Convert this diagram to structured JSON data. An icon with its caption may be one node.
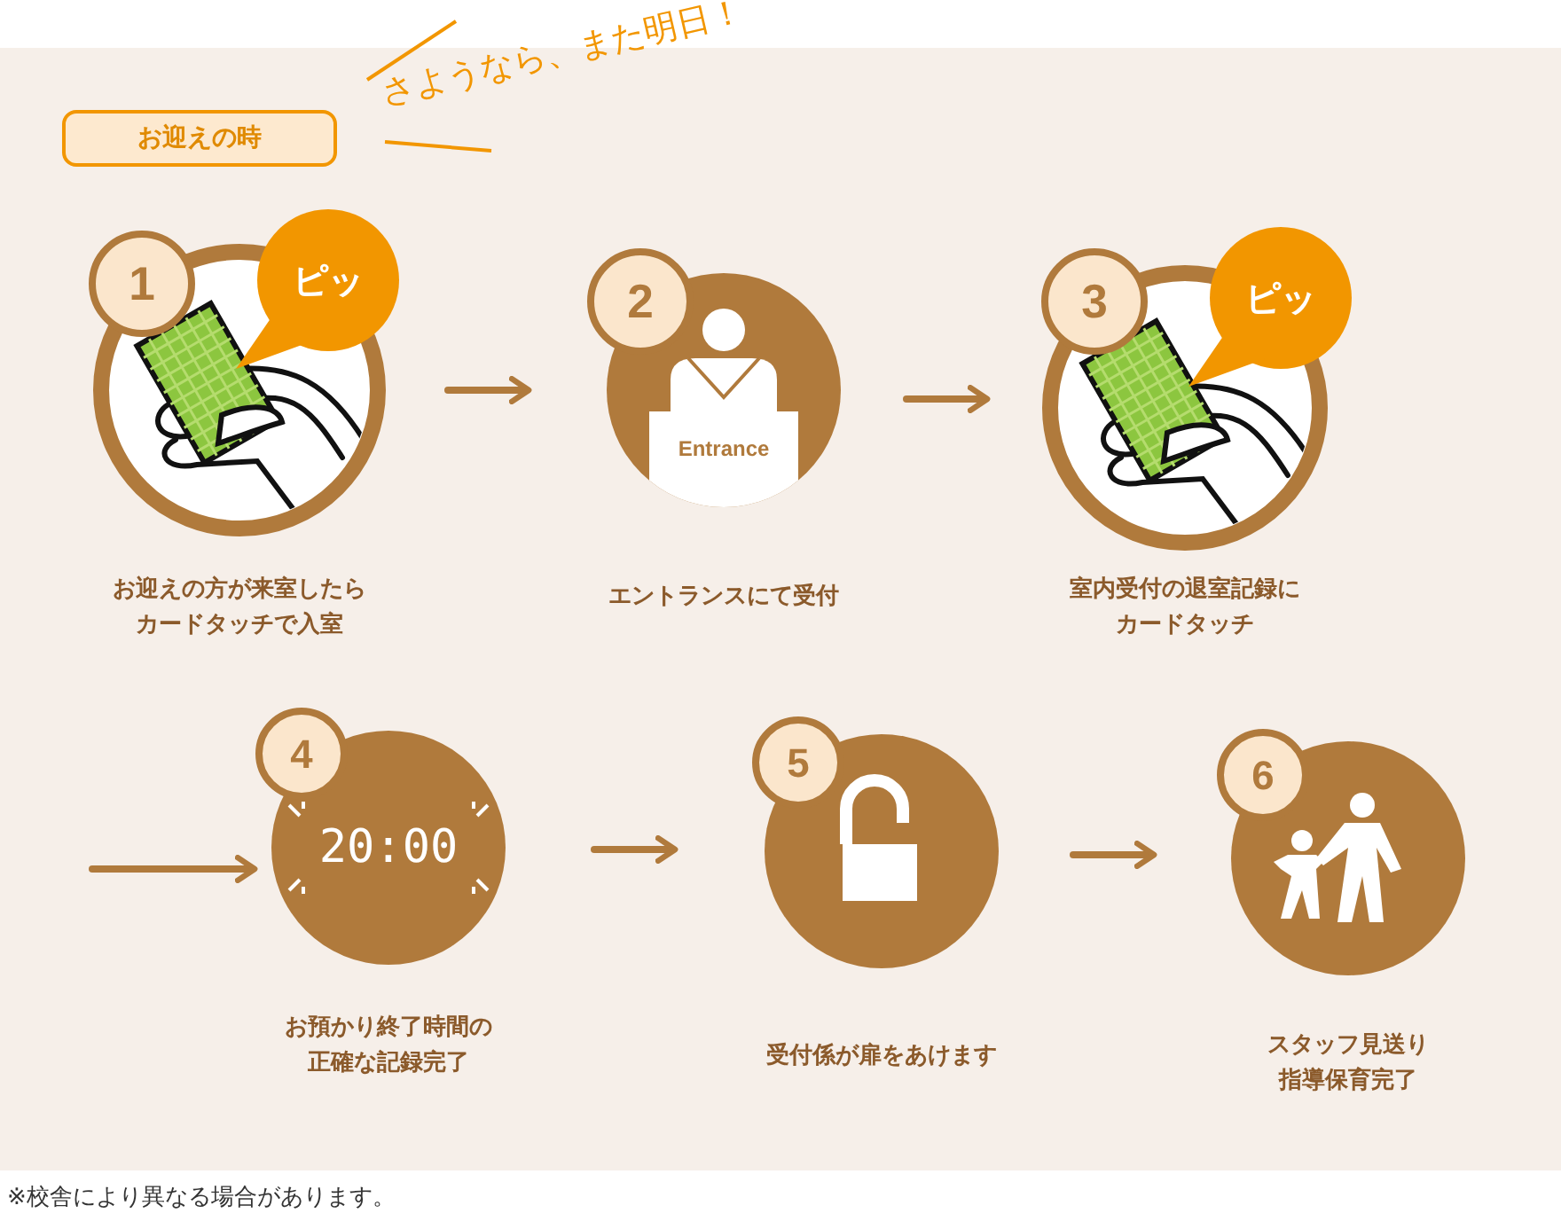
{
  "diagram": {
    "nodes": [
      {
        "text": [
          "お迎えの時"
        ]
      },
      {
        "text": [
          "1"
        ],
        "beside": [
          "お迎えの方が来室したらカードタッチで入室"
        ]
      },
      {
        "text": [
          "ピッ"
        ]
      },
      {
        "text": [
          "2",
          "Entrance"
        ],
        "beside": [
          "エントランスにて受付"
        ]
      },
      {
        "text": [
          "3"
        ],
        "beside": [
          "室内受付の退室記録にカードタッチ"
        ]
      },
      {
        "text": [
          "ピッ"
        ]
      },
      {
        "text": [
          "4",
          "20:00"
        ],
        "beside": [
          "お預かり終了時間の正確な記録完了"
        ]
      },
      {
        "text": [
          "5"
        ],
        "beside": [
          "受付係が扉をあけます"
        ]
      },
      {
        "text": [
          "6"
        ],
        "beside": [
          "スタッフ見送り指導保育完了"
        ]
      }
    ],
    "edges": [
      {
        "from": 1,
        "to": 3,
        "arrow": "to"
      },
      {
        "from": 3,
        "to": 4,
        "arrow": "to"
      },
      {
        "from": null,
        "to": 6,
        "arrow": "to"
      },
      {
        "from": 6,
        "to": 7,
        "arrow": "to"
      },
      {
        "from": 7,
        "to": 8,
        "arrow": "to"
      }
    ],
    "labels": [
      "さようなら、また明日！",
      "※校舎により異なる場合があります。"
    ]
  }
}
